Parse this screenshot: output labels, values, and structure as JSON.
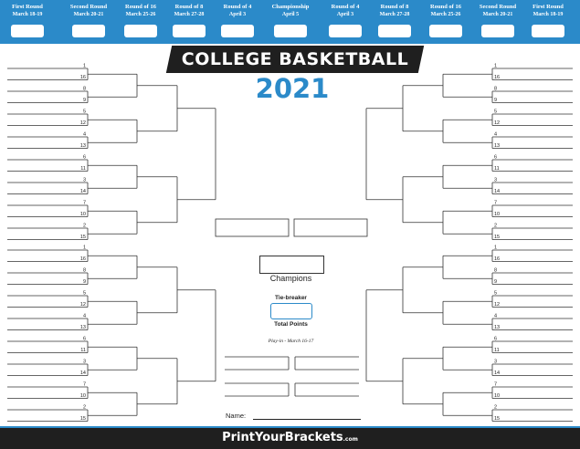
{
  "header": {
    "rounds": [
      {
        "name": "First Round",
        "date": "March 18-19"
      },
      {
        "name": "Second Round",
        "date": "March 20-21"
      },
      {
        "name": "Round of 16",
        "date": "March 25-26"
      },
      {
        "name": "Round of 8",
        "date": "March 27-28"
      },
      {
        "name": "Round of 4",
        "date": "April 3"
      },
      {
        "name": "Championship",
        "date": "April 5"
      },
      {
        "name": "Round of 4",
        "date": "April 3"
      },
      {
        "name": "Round of 8",
        "date": "March 27-28"
      },
      {
        "name": "Round of 16",
        "date": "March 25-26"
      },
      {
        "name": "Second Round",
        "date": "March 20-21"
      },
      {
        "name": "First Round",
        "date": "March 18-19"
      }
    ]
  },
  "title": "COLLEGE BASKETBALL",
  "year": "2021",
  "seeds": [
    "1",
    "16",
    "8",
    "9",
    "5",
    "12",
    "4",
    "13",
    "6",
    "11",
    "3",
    "14",
    "7",
    "10",
    "2",
    "15"
  ],
  "champions_label": "Champions",
  "tiebreaker_label": "Tie-breaker",
  "total_points_label": "Total Points",
  "playin_label": "Play-in - March 16-17",
  "name_label": "Name:",
  "footer": {
    "brand": "PrintYourBrackets",
    "suffix": ".com"
  },
  "colors": {
    "accent": "#2b8ac9",
    "dark": "#1f1f1f"
  }
}
